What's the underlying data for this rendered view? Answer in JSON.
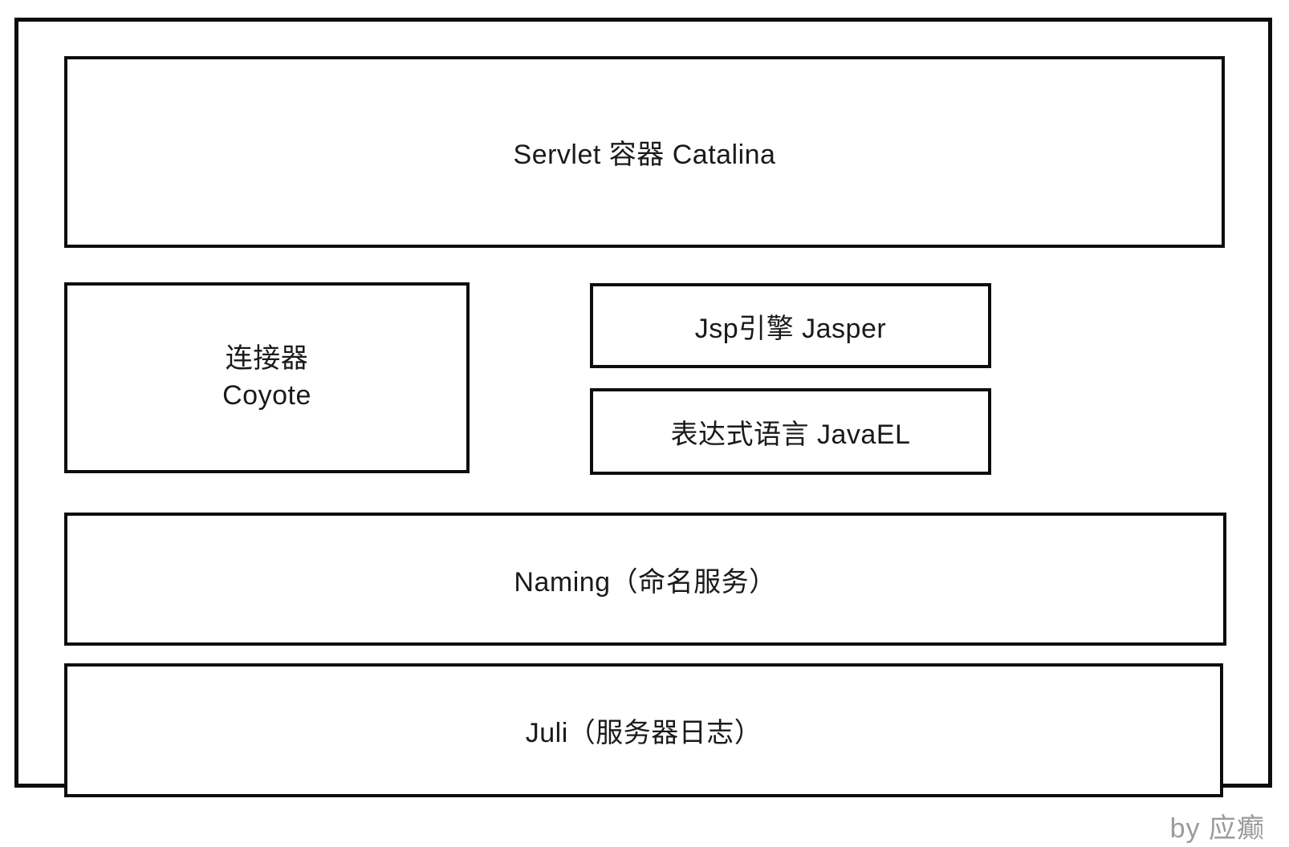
{
  "diagram": {
    "title_note": "Tomcat architecture block diagram",
    "servlet_container_label": "Servlet 容器 Catalina",
    "connector_line1": "连接器",
    "connector_line2": "Coyote",
    "jsp_engine_label": "Jsp引擎 Jasper",
    "expression_language_label": "表达式语言 JavaEL",
    "naming_label": "Naming（命名服务）",
    "juli_label": "Juli（服务器日志）"
  },
  "watermark": "by 应癫",
  "colors": {
    "border": "#0d0d0d",
    "text": "#1a1a1a",
    "watermark_text": "#9b9b9b",
    "background": "#ffffff"
  }
}
